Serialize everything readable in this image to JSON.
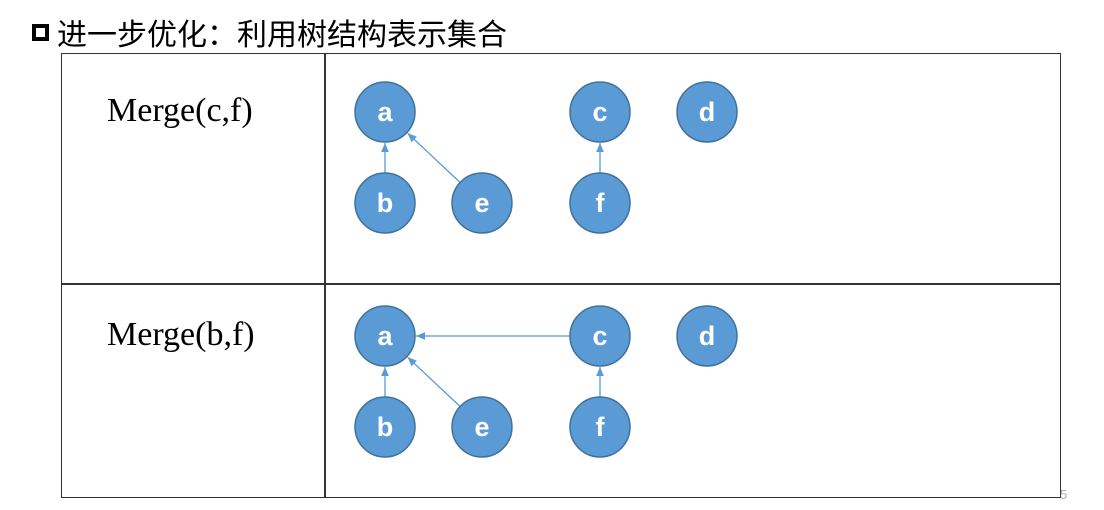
{
  "title": "进一步优化：利用树结构表示集合",
  "rows": [
    {
      "operation": "Merge(c,f)",
      "nodes": [
        "a",
        "b",
        "c",
        "d",
        "e",
        "f"
      ],
      "edges": [
        {
          "from": "b",
          "to": "a"
        },
        {
          "from": "e",
          "to": "a"
        },
        {
          "from": "f",
          "to": "c"
        }
      ]
    },
    {
      "operation": "Merge(b,f)",
      "nodes": [
        "a",
        "b",
        "c",
        "d",
        "e",
        "f"
      ],
      "edges": [
        {
          "from": "b",
          "to": "a"
        },
        {
          "from": "e",
          "to": "a"
        },
        {
          "from": "f",
          "to": "c"
        },
        {
          "from": "c",
          "to": "a"
        }
      ]
    }
  ],
  "page_number": "5",
  "colors": {
    "node_fill": "#5b9bd5",
    "node_stroke": "#41719c",
    "edge": "#5b9bd5"
  }
}
